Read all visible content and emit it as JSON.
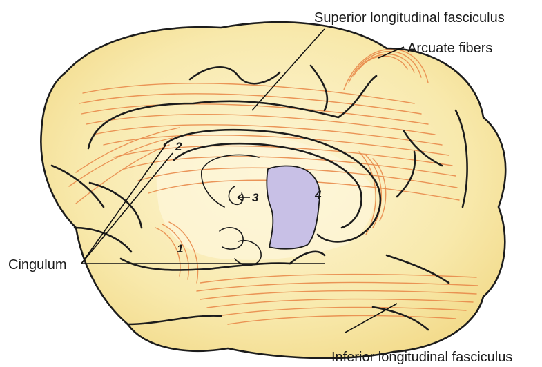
{
  "labels": {
    "superior_longitudinal_fasciculus": "Superior longitudinal fasciculus",
    "arcuate_fibers": "Arcuate fibers",
    "cingulum": "Cingulum",
    "inferior_longitudinal_fasciculus": "Inferior longitudinal fasciculus"
  },
  "markers": {
    "m1": "1",
    "m2": "2",
    "m3": "3",
    "m4": "4"
  },
  "colors": {
    "brain_fill": "#f8e9ac",
    "brain_highlight": "#fdf6d6",
    "fibers": "#e8894a",
    "ventricle": "#c8c0e6",
    "outline": "#1c1c1c"
  }
}
